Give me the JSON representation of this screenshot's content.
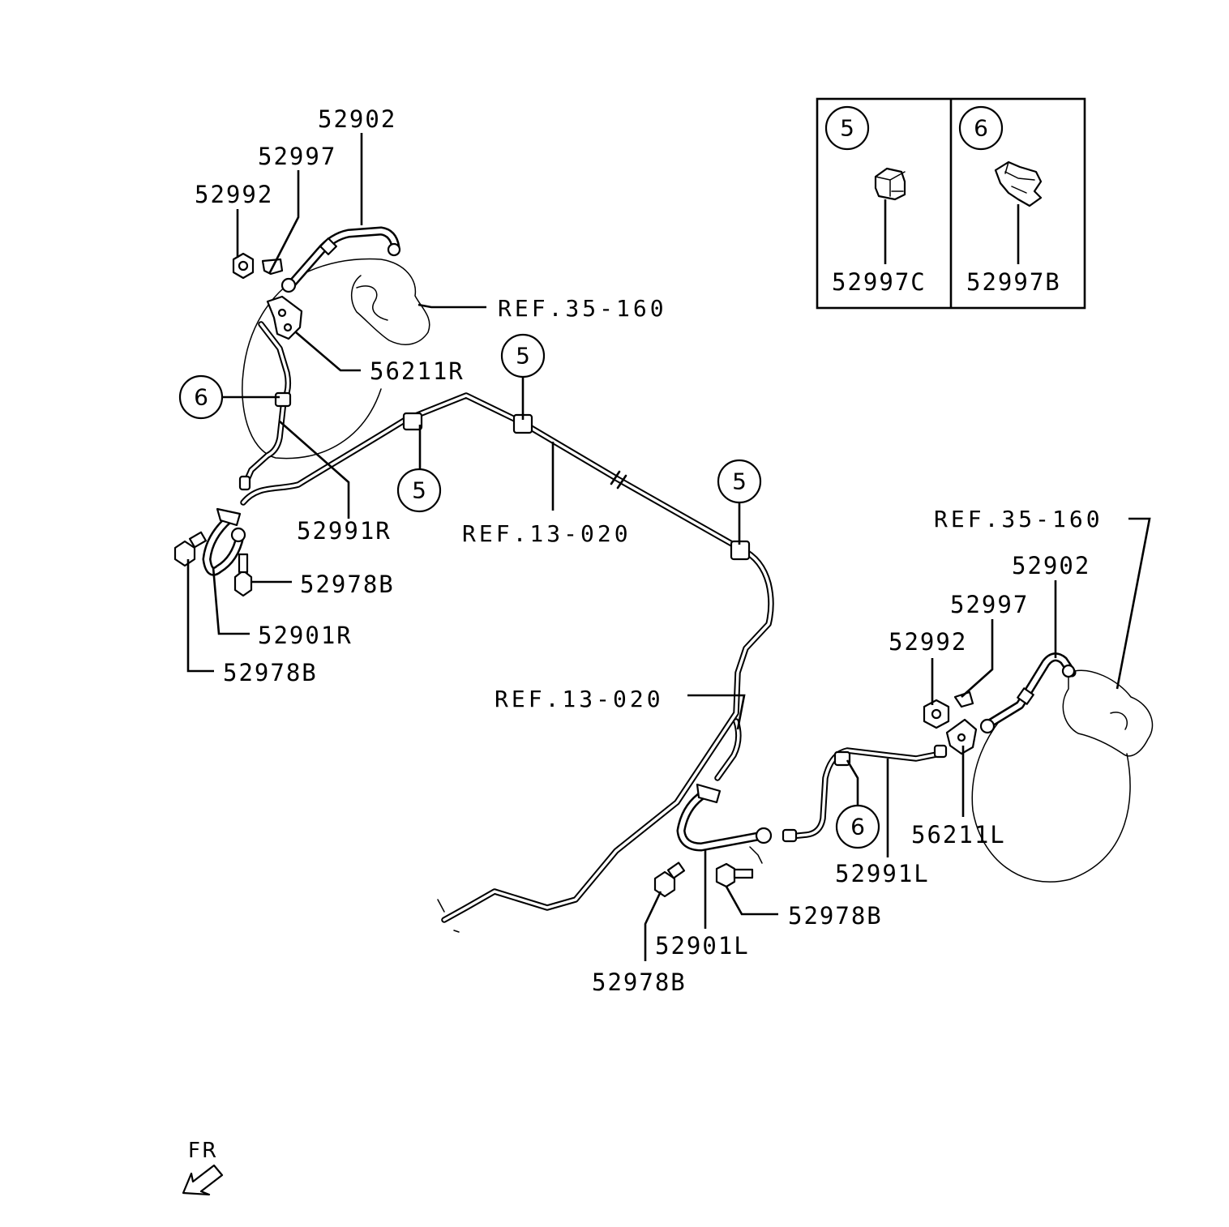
{
  "labels": {
    "right_hose_52902": "52902",
    "right_clip_52997": "52997",
    "right_nut_52992": "52992",
    "right_ref_35_160": "REF.35-160",
    "right_bracket_56211R": "56211R",
    "right_tube_52991R": "52991R",
    "right_bolt_52978B_a": "52978B",
    "right_hose_52901R": "52901R",
    "right_bolt_52978B_b": "52978B",
    "ref_13_020_upper": "REF.13-020",
    "ref_13_020_lower": "REF.13-020",
    "left_ref_35_160": "REF.35-160",
    "left_hose_52902": "52902",
    "left_clip_52997": "52997",
    "left_nut_52992": "52992",
    "left_bracket_56211L": "56211L",
    "left_tube_52991L": "52991L",
    "left_bolt_52978B_a": "52978B",
    "left_hose_52901L": "52901L",
    "left_bolt_52978B_b": "52978B"
  },
  "callouts": {
    "c5_top": "5",
    "c5_middle": "5",
    "c5_right": "5",
    "c6_left": "6",
    "c6_right": "6"
  },
  "inset": {
    "panel_5": {
      "circle": "5",
      "part": "52997C"
    },
    "panel_6": {
      "circle": "6",
      "part": "52997B"
    }
  },
  "direction": {
    "label": "FR"
  }
}
